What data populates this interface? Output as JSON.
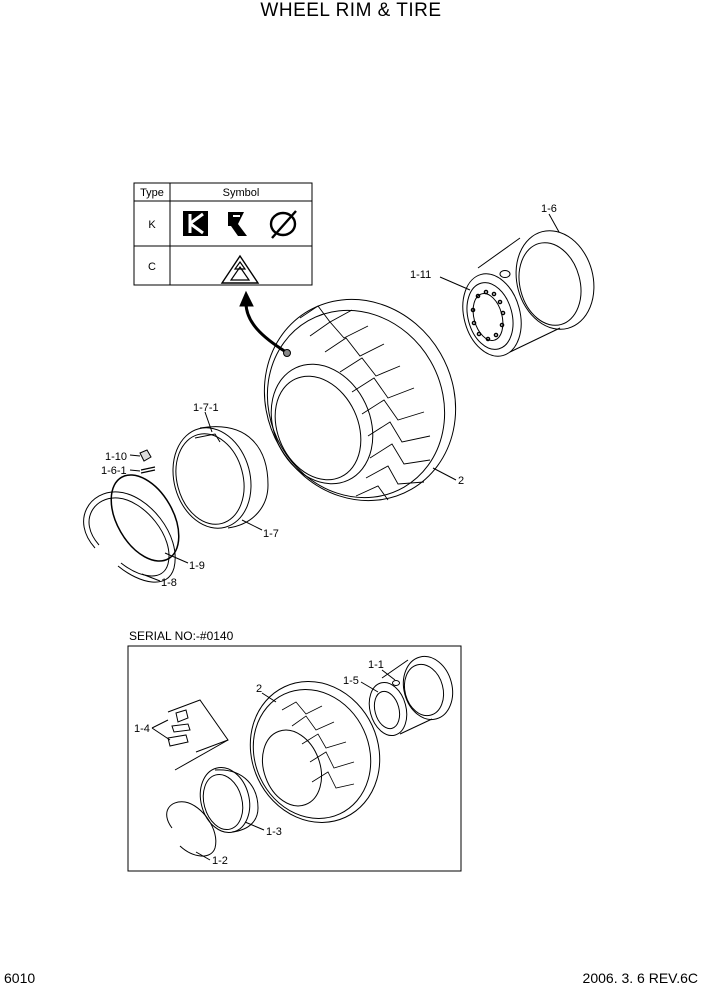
{
  "title": "WHEEL RIM & TIRE",
  "page_number": "6010",
  "revision": "2006. 3. 6  REV.6C",
  "symbol_table": {
    "header_type": "Type",
    "header_symbol": "Symbol",
    "row_k": "K",
    "row_c": "C"
  },
  "serial_label": "SERIAL NO:-#0140",
  "callouts_main": {
    "rim_disc": "1-6",
    "rim_bolt": "1-11",
    "ring_inner": "1-7-1",
    "lock": "1-10",
    "key": "1-6-1",
    "side_ring": "1-7",
    "lock_ring": "1-9",
    "snap_ring": "1-8",
    "tire": "2"
  },
  "callouts_inset": {
    "rim_disc": "1-1",
    "rim_bolt": "1-5",
    "tire": "2",
    "lock_set": "1-4",
    "side_ring": "1-3",
    "snap_ring": "1-2"
  }
}
